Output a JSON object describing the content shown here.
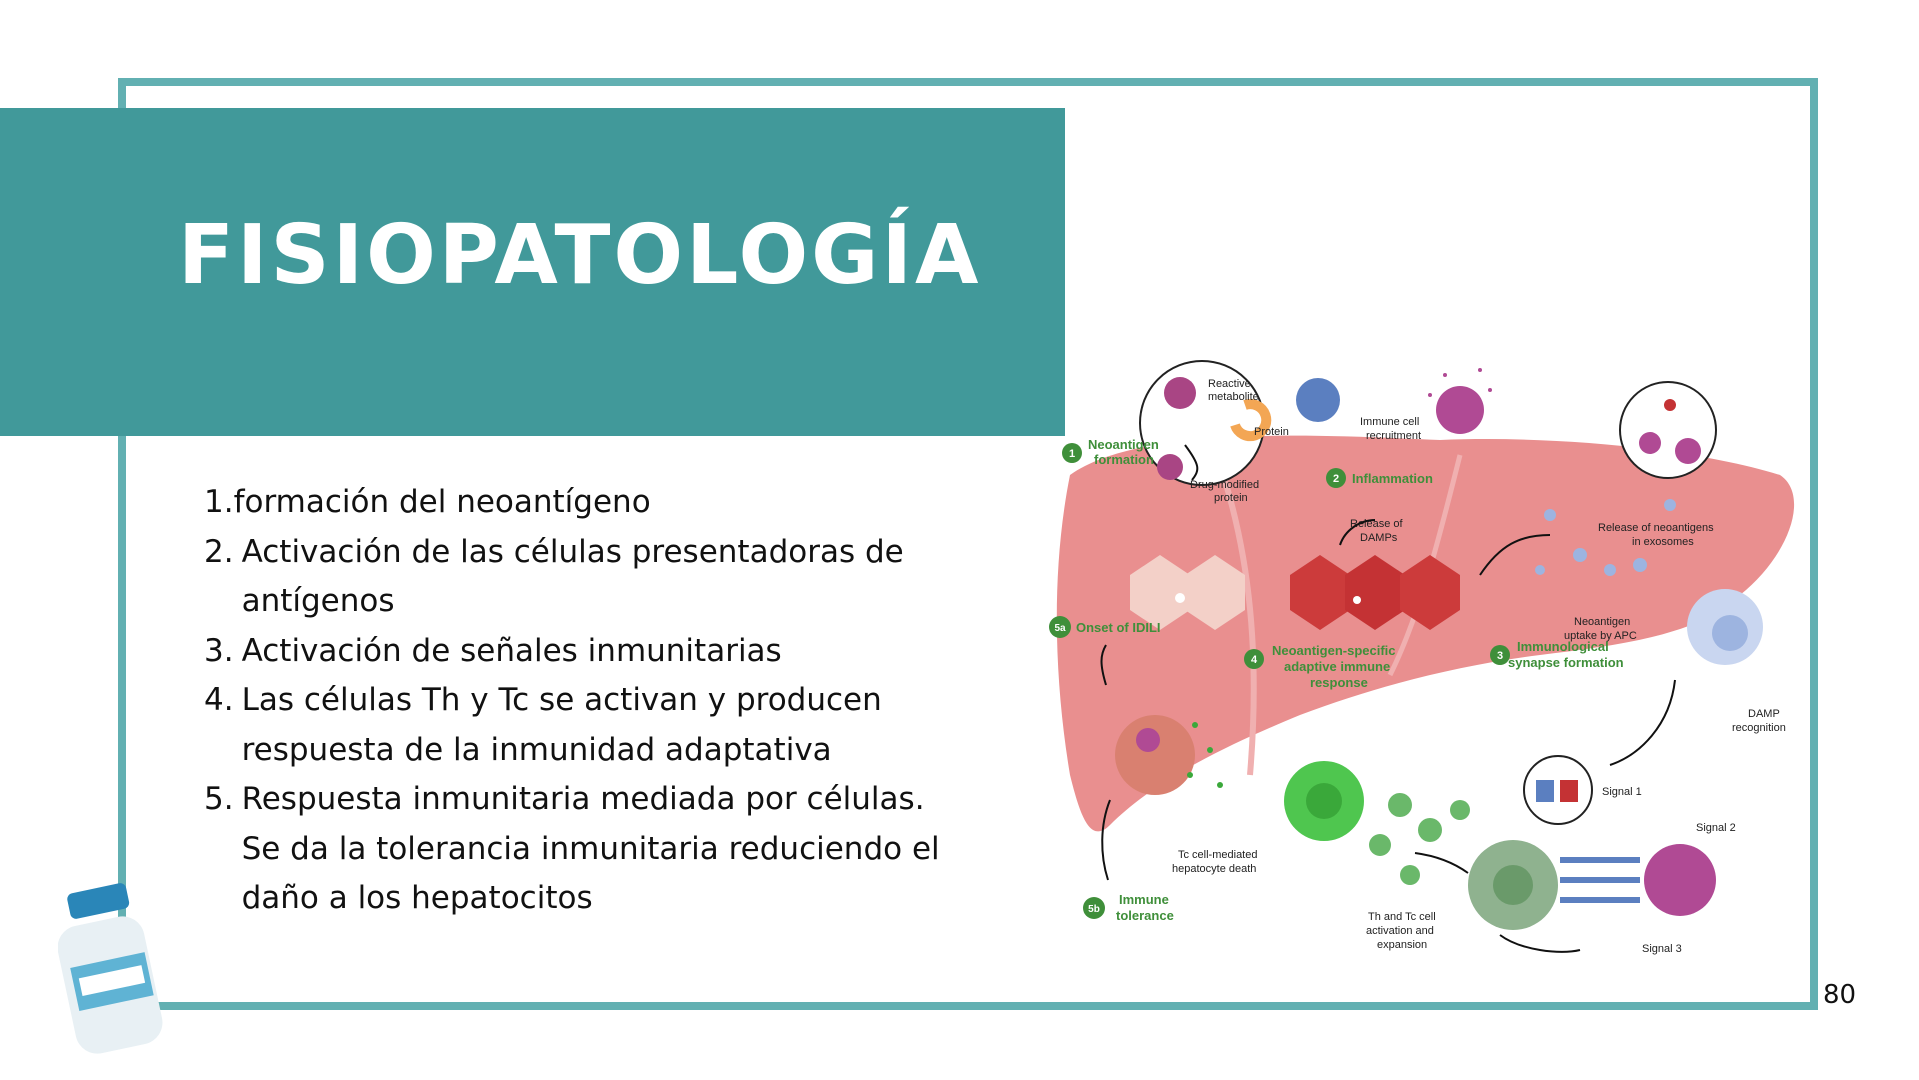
{
  "slide": {
    "title": "FISIOPATOLOGÍA",
    "page_number": "80",
    "steps": [
      {
        "num": "1.",
        "text": "formación del neoantígeno"
      },
      {
        "num": "2.",
        "text": "Activación de las células presentadoras de antígenos"
      },
      {
        "num": "3.",
        "text": "Activación de señales inmunitarias"
      },
      {
        "num": "4.",
        "text": "Las células Th y Tc se activan y producen respuesta de la inmunidad adaptativa"
      },
      {
        "num": "5.",
        "text": "Respuesta inmunitaria mediada por células. Se da la tolerancia inmunitaria reduciendo el daño a los hepatocitos"
      }
    ]
  },
  "diagram": {
    "stages": [
      {
        "badge": "1",
        "label_line1": "Neoantigen",
        "label_line2": "formation"
      },
      {
        "badge": "2",
        "label_line1": "Inflammation",
        "label_line2": ""
      },
      {
        "badge": "3",
        "label_line1": "Immunological",
        "label_line2": "synapse formation"
      },
      {
        "badge": "4",
        "label_line1": "Neoantigen-specific",
        "label_line2": "adaptive immune",
        "label_line3": "response"
      },
      {
        "badge": "5a",
        "label_line1": "Onset of IDILI",
        "label_line2": ""
      },
      {
        "badge": "5b",
        "label_line1": "Immune",
        "label_line2": "tolerance"
      }
    ],
    "labels": {
      "reactive_metabolite_1": "Reactive",
      "reactive_metabolite_2": "metabolite",
      "protein": "Protein",
      "drug_modified_1": "Drug-modified",
      "drug_modified_2": "protein",
      "immune_recruit_1": "Immune cell",
      "immune_recruit_2": "recruitment",
      "release_damps_1": "Release of",
      "release_damps_2": "DAMPs",
      "release_exo_1": "Release of neoantigens",
      "release_exo_2": "in exosomes",
      "uptake_1": "Neoantigen",
      "uptake_2": "uptake by APC",
      "damp_rec_1": "DAMP",
      "damp_rec_2": "recognition",
      "signal1": "Signal 1",
      "signal2": "Signal 2",
      "signal3": "Signal 3",
      "tc_death_1": "Tc cell-mediated",
      "tc_death_2": "hepatocyte death",
      "th_tc_1": "Th and Tc cell",
      "th_tc_2": "activation and",
      "th_tc_3": "expansion"
    },
    "colors": {
      "liver": "#e98f8f",
      "badge": "#3f8f3a",
      "stage_text": "#3f8f3a"
    }
  }
}
